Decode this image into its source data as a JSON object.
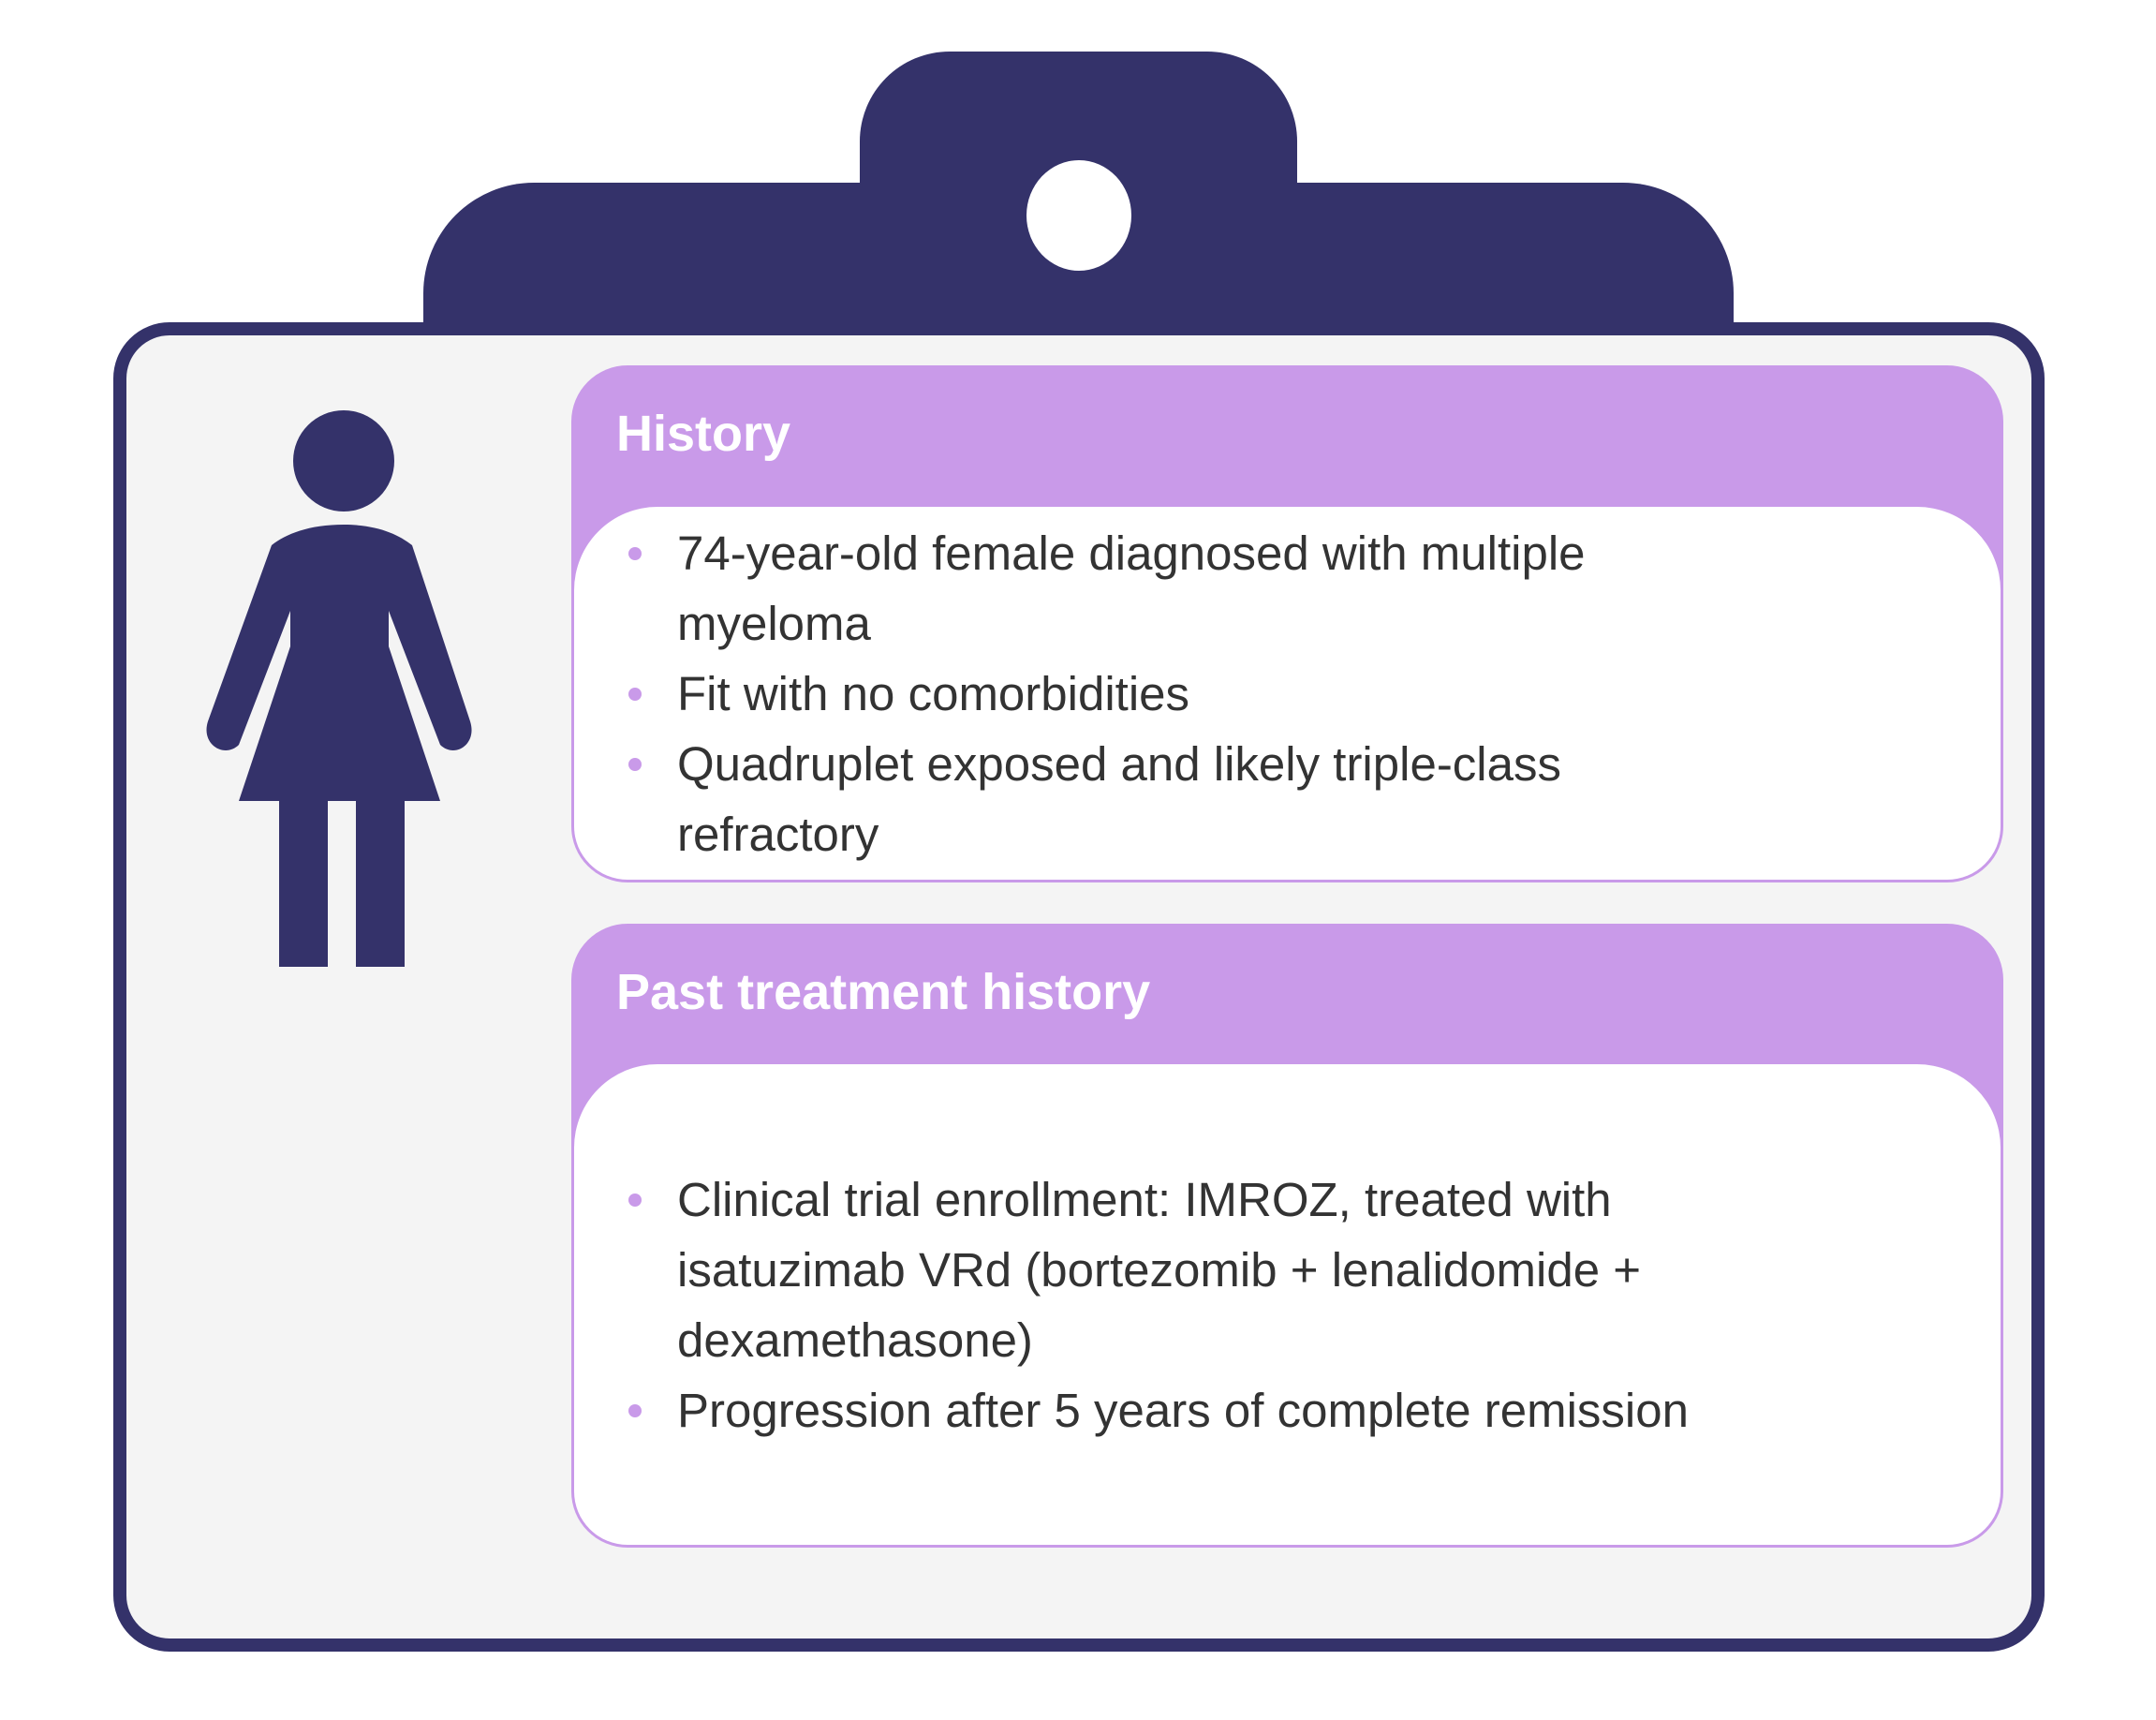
{
  "colors": {
    "navy": "#34326a",
    "lavender": "#c99ae9",
    "text": "#333333",
    "board": "#f4f4f4"
  },
  "patient_icon": "female-person-icon",
  "history": {
    "title": "History",
    "items": [
      "74-year-old female diagnosed with multiple myeloma",
      "Fit with no comorbidities",
      "Quadruplet exposed and likely triple-class refractory"
    ]
  },
  "past_treatment": {
    "title": "Past treatment history",
    "items": [
      "Clinical trial enrollment: IMROZ, treated with isatuzimab VRd (bortezomib + lenalidomide + dexamethasone)",
      "Progression after 5 years of complete remission"
    ]
  }
}
